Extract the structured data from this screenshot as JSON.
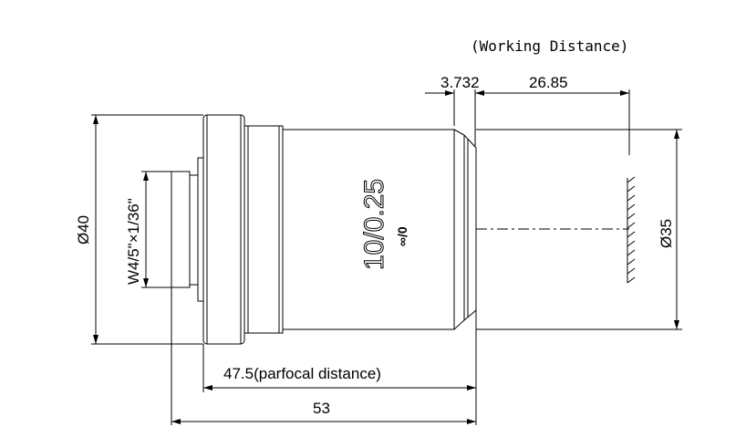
{
  "title": "(Working Distance)",
  "dimensions": {
    "offset": "3.732",
    "working_distance": "26.85",
    "outer_diameter": "Ø40",
    "front_diameter": "Ø35",
    "thread": "W4/5\"×1/36\"",
    "parfocal": "47.5(parfocal distance)",
    "total_length": "53"
  },
  "lens_marking": {
    "magnification_na": "10/0.25",
    "tube_coverslip": "∞/0"
  }
}
